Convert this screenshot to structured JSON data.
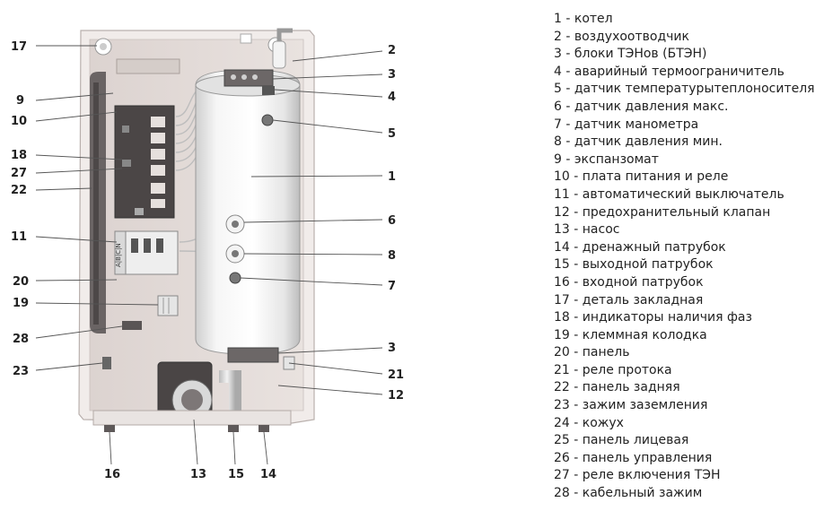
{
  "callouts": {
    "c17": "17",
    "c9": "9",
    "c10": "10",
    "c18": "18",
    "c27": "27",
    "c22": "22",
    "c11": "11",
    "c20": "20",
    "c19": "19",
    "c28": "28",
    "c23": "23",
    "c2": "2",
    "c3a": "3",
    "c4": "4",
    "c5": "5",
    "c1": "1",
    "c6": "6",
    "c8": "8",
    "c7": "7",
    "c3b": "3",
    "c21": "21",
    "c12": "12",
    "c16": "16",
    "c13": "13",
    "c15": "15",
    "c14": "14"
  },
  "switch_label": "A|B|C|N",
  "legend": [
    "1 - котел",
    "2 - воздухоотводчик",
    "3 - блоки ТЭНов (БТЭН)",
    "4 - аварийный термоограничитель",
    "5 - датчик температурытеплоносителя",
    "6 - датчик давления макс.",
    "7 - датчик манометра",
    "8 - датчик давления мин.",
    "9 - экспанзомат",
    "10 - плата питания и реле",
    "11 - автоматический выключатель",
    "12 - предохранительный клапан",
    "13 - насос",
    "14 - дренажный патрубок",
    "15 - выходной патрубок",
    "16 - входной патрубок",
    "17 - деталь закладная",
    "18 - индикаторы наличия фаз",
    "19 - клеммная колодка",
    "20 - панель",
    "21 - реле протока",
    "22 - панель задняя",
    "23 - зажим заземления",
    "24 - кожух",
    "25 - панель лицевая",
    "26 - панель управления",
    "27 - реле включения ТЭН",
    "28 - кабельный зажим"
  ]
}
